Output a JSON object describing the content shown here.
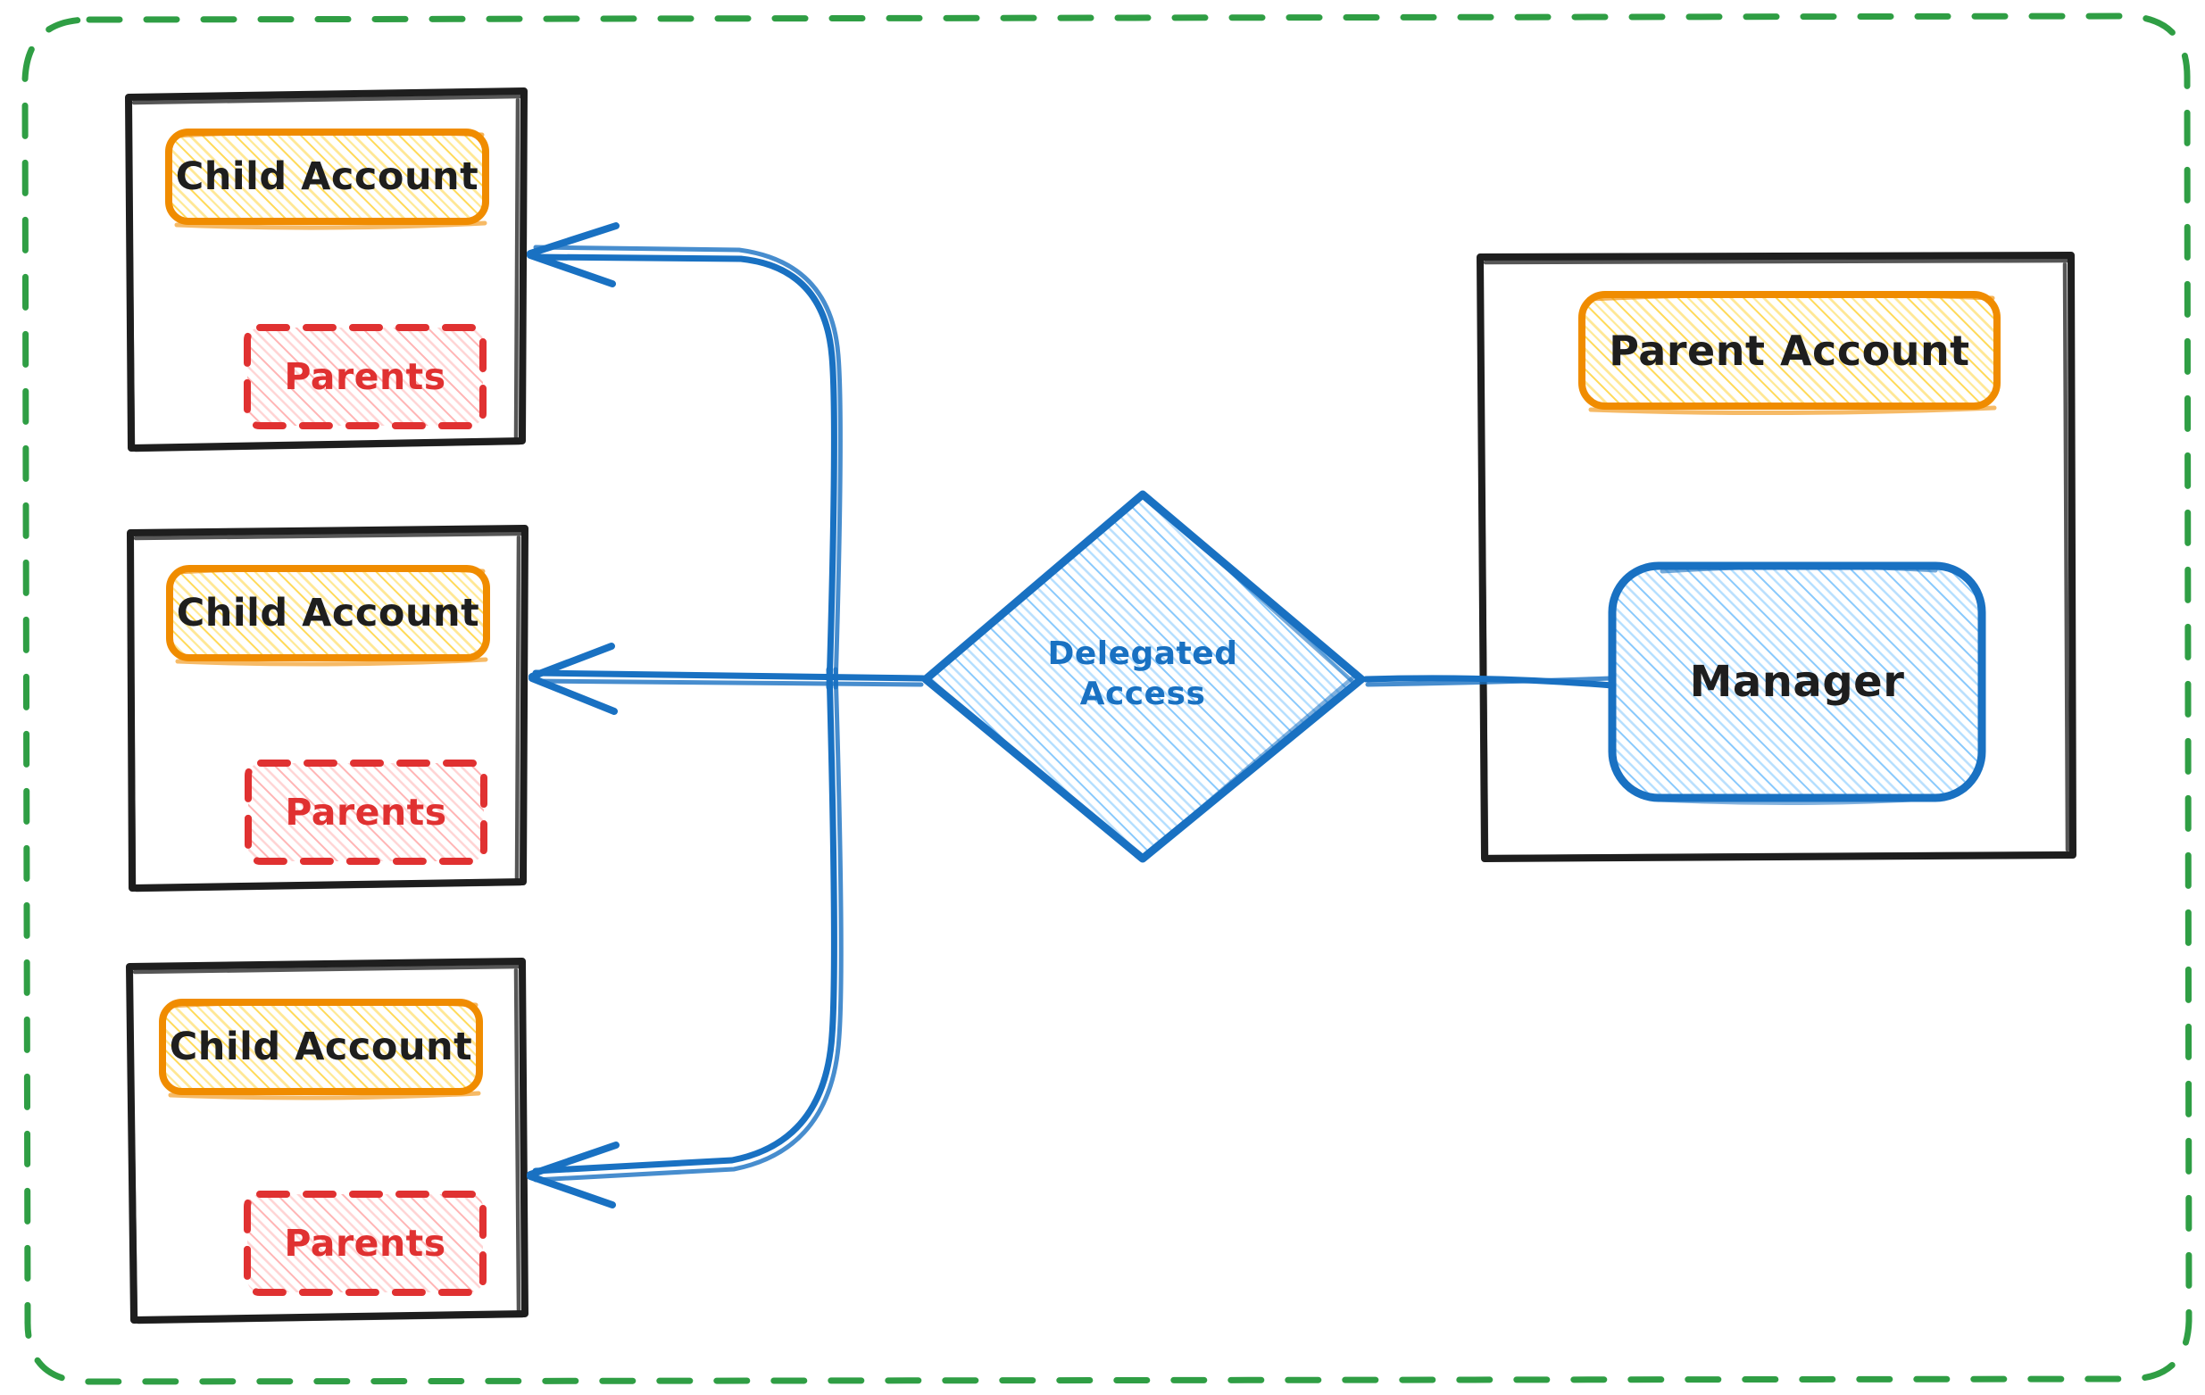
{
  "diagram": {
    "title": "Delegated Access",
    "colors": {
      "outer_border": "#2f9e44",
      "account_frame": "#1e1e1e",
      "account_box_stroke": "#f08c00",
      "account_box_fill": "#ffec99",
      "parents_stroke": "#e03131",
      "parents_fill": "#ffc9c9",
      "connector": "#1971c2",
      "manager_stroke": "#1971c2",
      "manager_fill": "#a5d8ff",
      "diamond_stroke": "#1971c2",
      "diamond_fill": "#a5d8ff",
      "background": "#ffffff"
    },
    "outer_container": {
      "name": "organization-boundary",
      "style": "dashed-rounded",
      "label": ""
    },
    "child_accounts": [
      {
        "frame_label": "",
        "account_label": "Child Account",
        "parents_label": "Parents"
      },
      {
        "frame_label": "",
        "account_label": "Child Account",
        "parents_label": "Parents"
      },
      {
        "frame_label": "",
        "account_label": "Child Account",
        "parents_label": "Parents"
      }
    ],
    "parent_panel": {
      "frame_label": "",
      "account_label": "Parent Account",
      "manager_label": "Manager"
    },
    "decision": {
      "label_line1": "Delegated",
      "label_line2": "Access",
      "shape": "diamond"
    },
    "connectors": [
      {
        "from": "manager",
        "to": "delegated-access",
        "arrow": false
      },
      {
        "from": "delegated-access",
        "to": "child-account-1",
        "arrow": true
      },
      {
        "from": "delegated-access",
        "to": "child-account-2",
        "arrow": true
      },
      {
        "from": "delegated-access",
        "to": "child-account-3",
        "arrow": true
      }
    ]
  }
}
